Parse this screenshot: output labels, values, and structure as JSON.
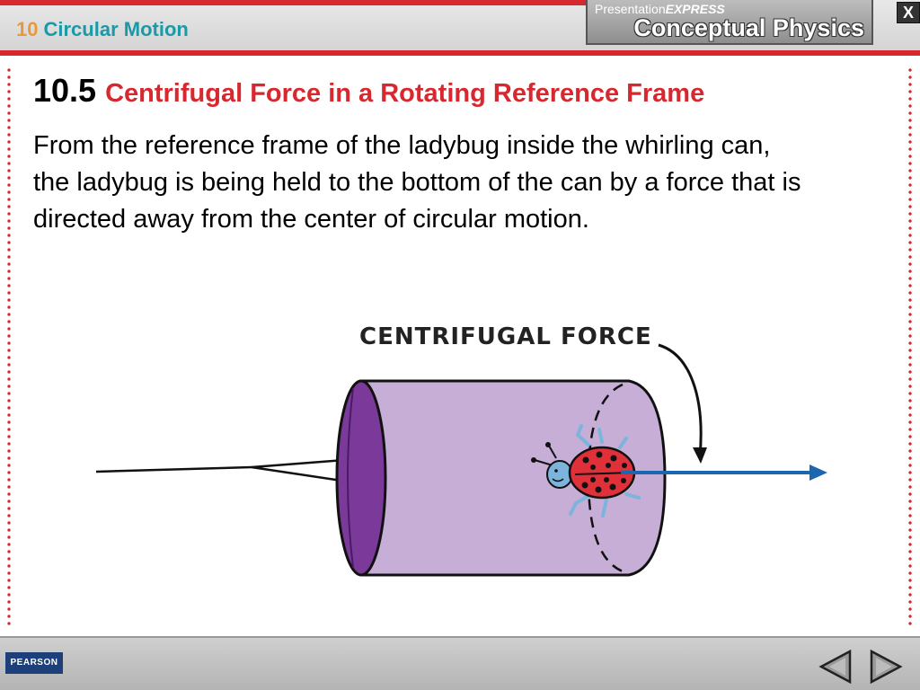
{
  "header": {
    "chapter_number": "10",
    "chapter_title": "Circular Motion",
    "brand_top_prefix": "Presentation",
    "brand_top_suffix": "EXPRESS",
    "brand_main": "Conceptual Physics",
    "close_label": "X"
  },
  "slide": {
    "section_number": "10.5",
    "section_title": "Centrifugal Force in a Rotating Reference Frame",
    "body": "From the reference frame of the ladybug inside the whirling can, the ladybug is being held to the bottom of the can by a force that is directed away from the center of circular motion."
  },
  "diagram": {
    "label": "CENTRIFUGAL FORCE",
    "colors": {
      "can_body": "#c6aed6",
      "can_opening": "#7b3a9a",
      "arrow": "#1c66b0",
      "ladybug_body": "#e0303a",
      "ladybug_head": "#7cb4dc"
    }
  },
  "footer": {
    "logo_text": "PEARSON",
    "prev_icon": "triangle-left-icon",
    "next_icon": "triangle-right-icon"
  }
}
